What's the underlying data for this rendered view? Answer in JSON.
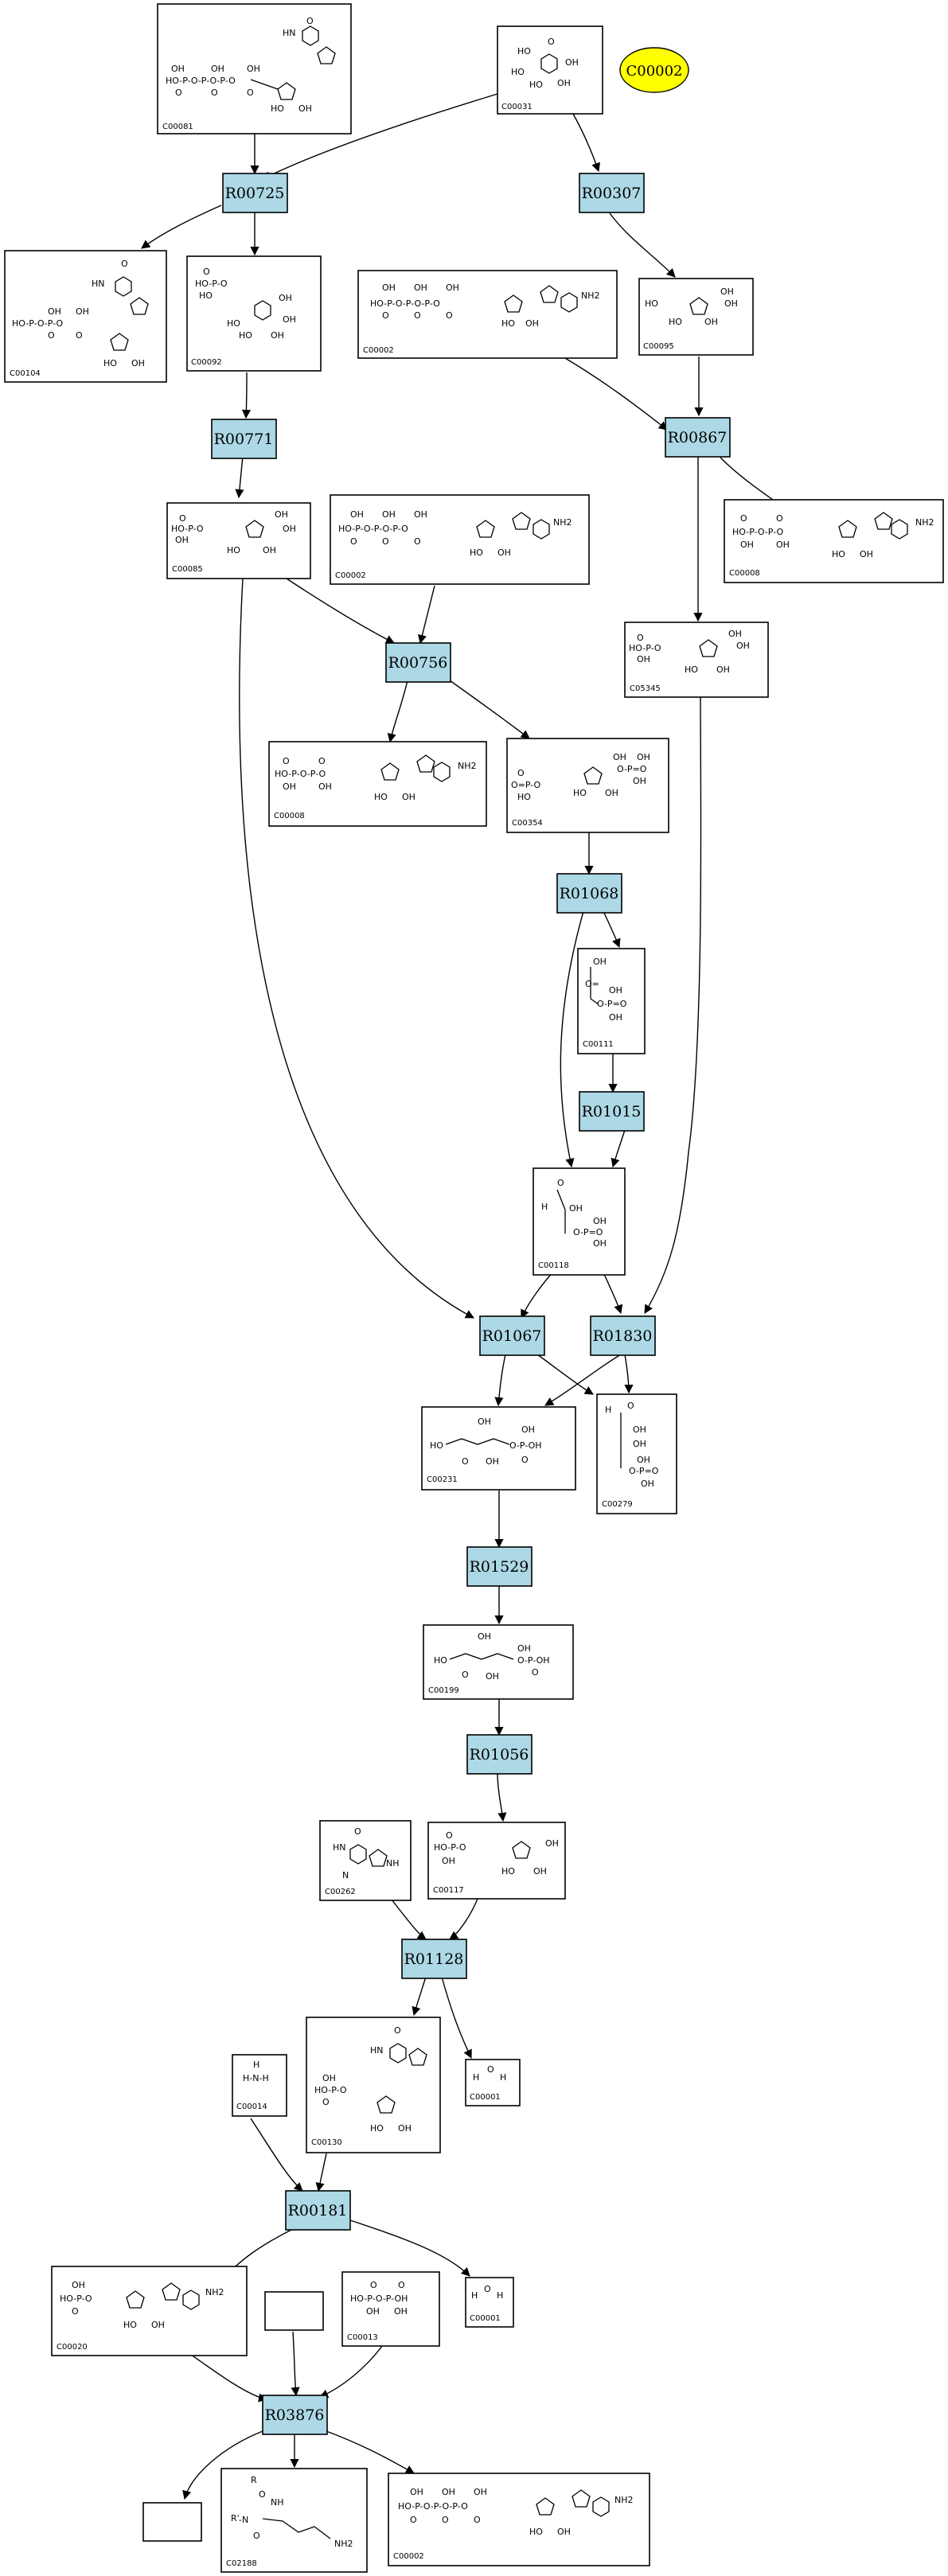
{
  "highlight": {
    "label": "C00002",
    "color": "#ffff00"
  },
  "reaction_color": "#add8e6",
  "reactions": [
    {
      "id": "R00725",
      "label": "R00725"
    },
    {
      "id": "R00307",
      "label": "R00307"
    },
    {
      "id": "R00771",
      "label": "R00771"
    },
    {
      "id": "R00867",
      "label": "R00867"
    },
    {
      "id": "R00756",
      "label": "R00756"
    },
    {
      "id": "R01068",
      "label": "R01068"
    },
    {
      "id": "R01015",
      "label": "R01015"
    },
    {
      "id": "R01067",
      "label": "R01067"
    },
    {
      "id": "R01830",
      "label": "R01830"
    },
    {
      "id": "R01529",
      "label": "R01529"
    },
    {
      "id": "R01056",
      "label": "R01056"
    },
    {
      "id": "R01128",
      "label": "R01128"
    },
    {
      "id": "R00181",
      "label": "R00181"
    },
    {
      "id": "R03876",
      "label": "R03876"
    }
  ],
  "compounds": [
    {
      "id": "c00081",
      "label": "C00081",
      "structure": "itp"
    },
    {
      "id": "c00031",
      "label": "C00031",
      "structure": "pyranose"
    },
    {
      "id": "c00104",
      "label": "C00104",
      "structure": "idp"
    },
    {
      "id": "c00092",
      "label": "C00092",
      "structure": "glc6p"
    },
    {
      "id": "c00002a",
      "label": "C00002",
      "structure": "atp"
    },
    {
      "id": "c00095",
      "label": "C00095",
      "structure": "furanose"
    },
    {
      "id": "c00085",
      "label": "C00085",
      "structure": "furanose-p"
    },
    {
      "id": "c00002b",
      "label": "C00002",
      "structure": "atp"
    },
    {
      "id": "c00008a",
      "label": "C00008",
      "structure": "adp"
    },
    {
      "id": "c05345",
      "label": "C05345",
      "structure": "furanose-p"
    },
    {
      "id": "c00008b",
      "label": "C00008",
      "structure": "adp"
    },
    {
      "id": "c00354",
      "label": "C00354",
      "structure": "fbp"
    },
    {
      "id": "c00111",
      "label": "C00111",
      "structure": "dhap"
    },
    {
      "id": "c00118",
      "label": "C00118",
      "structure": "gap"
    },
    {
      "id": "c00231",
      "label": "C00231",
      "structure": "xu5p"
    },
    {
      "id": "c00279",
      "label": "C00279",
      "structure": "e4p"
    },
    {
      "id": "c00199",
      "label": "C00199",
      "structure": "ru5p"
    },
    {
      "id": "c00262",
      "label": "C00262",
      "structure": "hypoxanthine"
    },
    {
      "id": "c00117",
      "label": "C00117",
      "structure": "r5p"
    },
    {
      "id": "c00130",
      "label": "C00130",
      "structure": "imp"
    },
    {
      "id": "c00001a",
      "label": "C00001",
      "structure": "water"
    },
    {
      "id": "c00014",
      "label": "C00014",
      "structure": "ammonia"
    },
    {
      "id": "c00020",
      "label": "C00020",
      "structure": "amp"
    },
    {
      "id": "c00001b",
      "label": "C00001",
      "structure": "water"
    },
    {
      "id": "c00013",
      "label": "C00013",
      "structure": "ppi"
    },
    {
      "id": "blank1",
      "label": "",
      "structure": "none"
    },
    {
      "id": "blank2",
      "label": "",
      "structure": "none"
    },
    {
      "id": "c02188",
      "label": "C02188",
      "structure": "lysine-res"
    },
    {
      "id": "c00002c",
      "label": "C00002",
      "structure": "atp"
    }
  ]
}
